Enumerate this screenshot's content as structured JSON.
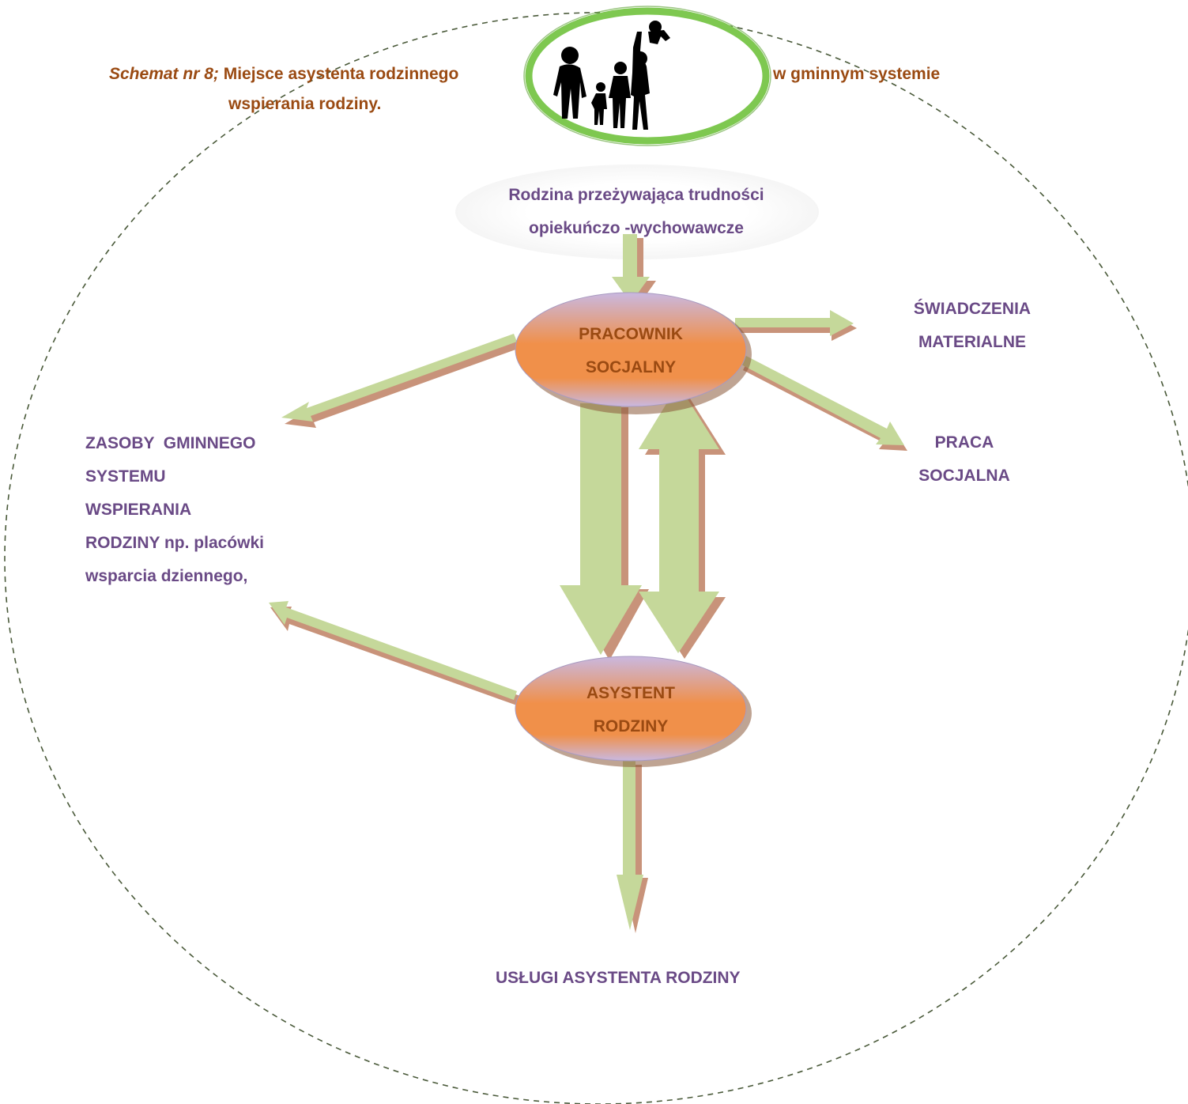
{
  "title": {
    "prefix": "Schemat nr 8;",
    "part_before_image": "Miejsce asystenta rodzinnego",
    "part_after_image": "w gminnym systemie",
    "line2": "wspierania rodziny."
  },
  "nodes": {
    "family": {
      "line1": "Rodzina przeżywająca trudności",
      "line2": "opiekuńczo -wychowawcze"
    },
    "social_worker": {
      "line1": "PRACOWNIK",
      "line2": "SOCJALNY"
    },
    "family_assistant": {
      "line1": "ASYSTENT",
      "line2": "RODZINY"
    },
    "material_benefits": {
      "line1": "ŚWIADCZENIA",
      "line2": "MATERIALNE"
    },
    "social_work": {
      "line1": "PRACA",
      "line2": "SOCJALNA"
    },
    "resources": {
      "line1": "ZASOBY  GMINNEGO",
      "line2": "SYSTEMU",
      "line3": "WSPIERANIA",
      "line4": "RODZINY np. placówki",
      "line5": "wsparcia dziennego,"
    },
    "services": {
      "label": "USŁUGI ASYSTENTA RODZINY"
    }
  },
  "colors": {
    "arrow_fill": "#c5d89a",
    "arrow_shadow": "#c8937a",
    "node_orange": "#f0904a",
    "node_lavender": "#c9b8e0",
    "image_ring": "#7ec850",
    "boundary": "#4a5a3a",
    "label_purple": "#6a4a86",
    "title_brown": "#9a4a12"
  },
  "icons": {
    "family_image": "family-silhouette-icon"
  }
}
